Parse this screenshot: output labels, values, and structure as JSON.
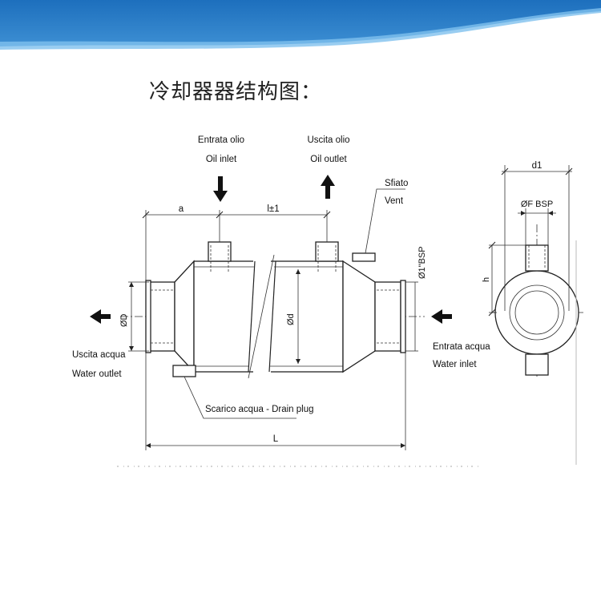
{
  "title": "冷却器器结构图：",
  "labels": {
    "oil_inlet_it": "Entrata olio",
    "oil_inlet_en": "Oil inlet",
    "oil_outlet_it": "Uscita olio",
    "oil_outlet_en": "Oil outlet",
    "vent_it": "Sfiato",
    "vent_en": "Vent",
    "water_outlet_it": "Uscita acqua",
    "water_outlet_en": "Water outlet",
    "water_inlet_it": "Entrata acqua",
    "water_inlet_en": "Water inlet",
    "drain": "Scarico acqua - Drain plug",
    "dim_a": "a",
    "dim_l": "l±1",
    "dim_L": "L",
    "dim_D": "ØD",
    "dim_d": "Ød",
    "dim_bsp": "Ø1\"BSP",
    "dim_d1": "d1",
    "dim_F": "ØF BSP",
    "dim_h": "h"
  },
  "colors": {
    "banner_dark": "#1f73c0",
    "banner_light": "#6fb6ea"
  }
}
